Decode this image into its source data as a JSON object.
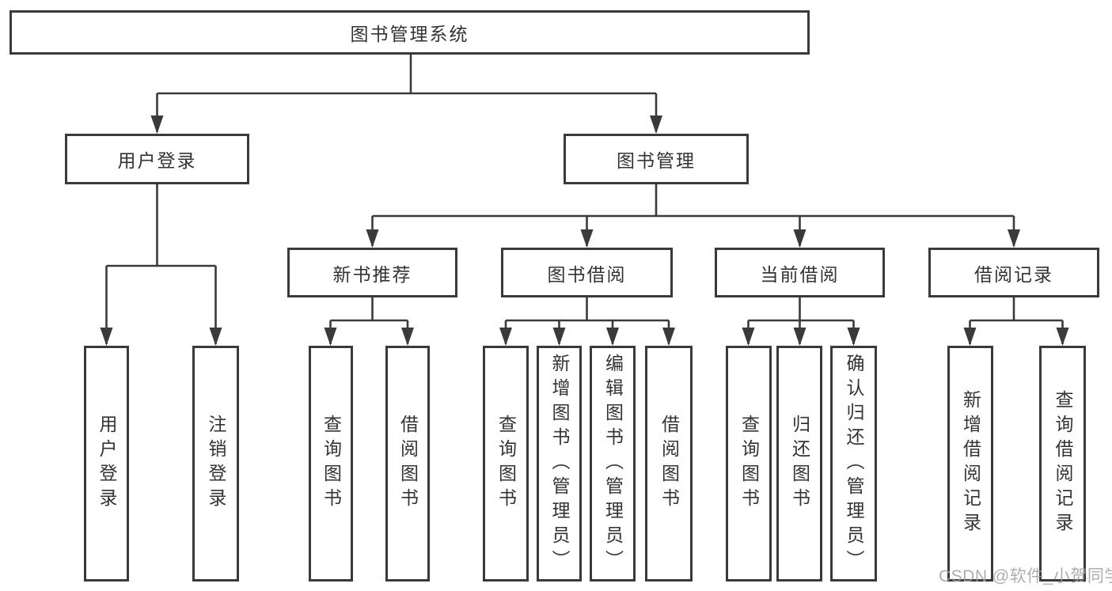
{
  "diagram": {
    "root": "图书管理系统",
    "user_login_branch": {
      "label": "用户登录",
      "children": [
        "用户登录",
        "注销登录"
      ]
    },
    "book_mgmt_branch": {
      "label": "图书管理",
      "sections": [
        {
          "label": "新书推荐",
          "children": [
            "查询图书",
            "借阅图书"
          ]
        },
        {
          "label": "图书借阅",
          "children": [
            "查询图书",
            "新增图书（管理员）",
            "编辑图书（管理员）",
            "借阅图书"
          ]
        },
        {
          "label": "当前借阅",
          "children": [
            "查询图书",
            "归还图书",
            "确认归还（管理员）"
          ]
        },
        {
          "label": "借阅记录",
          "children": [
            "新增借阅记录",
            "查询借阅记录"
          ]
        }
      ]
    }
  },
  "watermark": "CSDN @软件_小贺同学",
  "colors": {
    "line": "#3a3a3a",
    "text": "#333333",
    "box_background": "#ffffff",
    "page_background": "#ffffff",
    "watermark": "#a0a0a0"
  }
}
